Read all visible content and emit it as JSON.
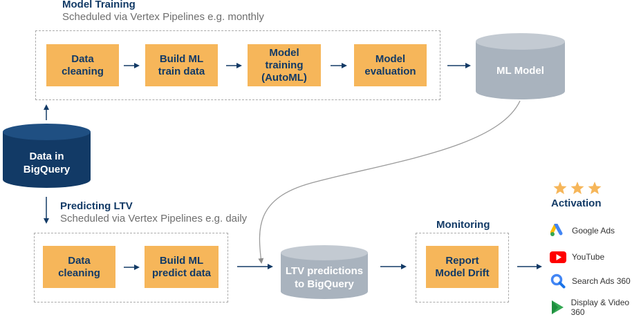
{
  "training": {
    "title": "Model Training",
    "subtitle": "Scheduled via Vertex Pipelines e.g. monthly",
    "steps": [
      "Data\ncleaning",
      "Build ML\ntrain data",
      "Model\ntraining\n(AutoML)",
      "Model\nevaluation"
    ],
    "model_label": "ML Model"
  },
  "source": {
    "label": "Data in\nBigQuery"
  },
  "predicting": {
    "title": "Predicting LTV",
    "subtitle": "Scheduled via Vertex Pipelines e.g. daily",
    "steps": [
      "Data\ncleaning",
      "Build ML\npredict data"
    ],
    "output_label": "LTV predictions\nto BigQuery"
  },
  "monitoring": {
    "title": "Monitoring",
    "step": "Report\nModel Drift"
  },
  "activation": {
    "title": "Activation",
    "channels": [
      {
        "label": "Google Ads",
        "icon": "google-ads-icon"
      },
      {
        "label": "YouTube",
        "icon": "youtube-icon"
      },
      {
        "label": "Search Ads 360",
        "icon": "search-ads-360-icon"
      },
      {
        "label": "Display & Video 360",
        "icon": "display-video-360-icon"
      }
    ]
  },
  "colors": {
    "box": "#f6b65a",
    "navy": "#123a66",
    "grey_cylinder": "#a9b3be",
    "star": "#f6b65a"
  }
}
